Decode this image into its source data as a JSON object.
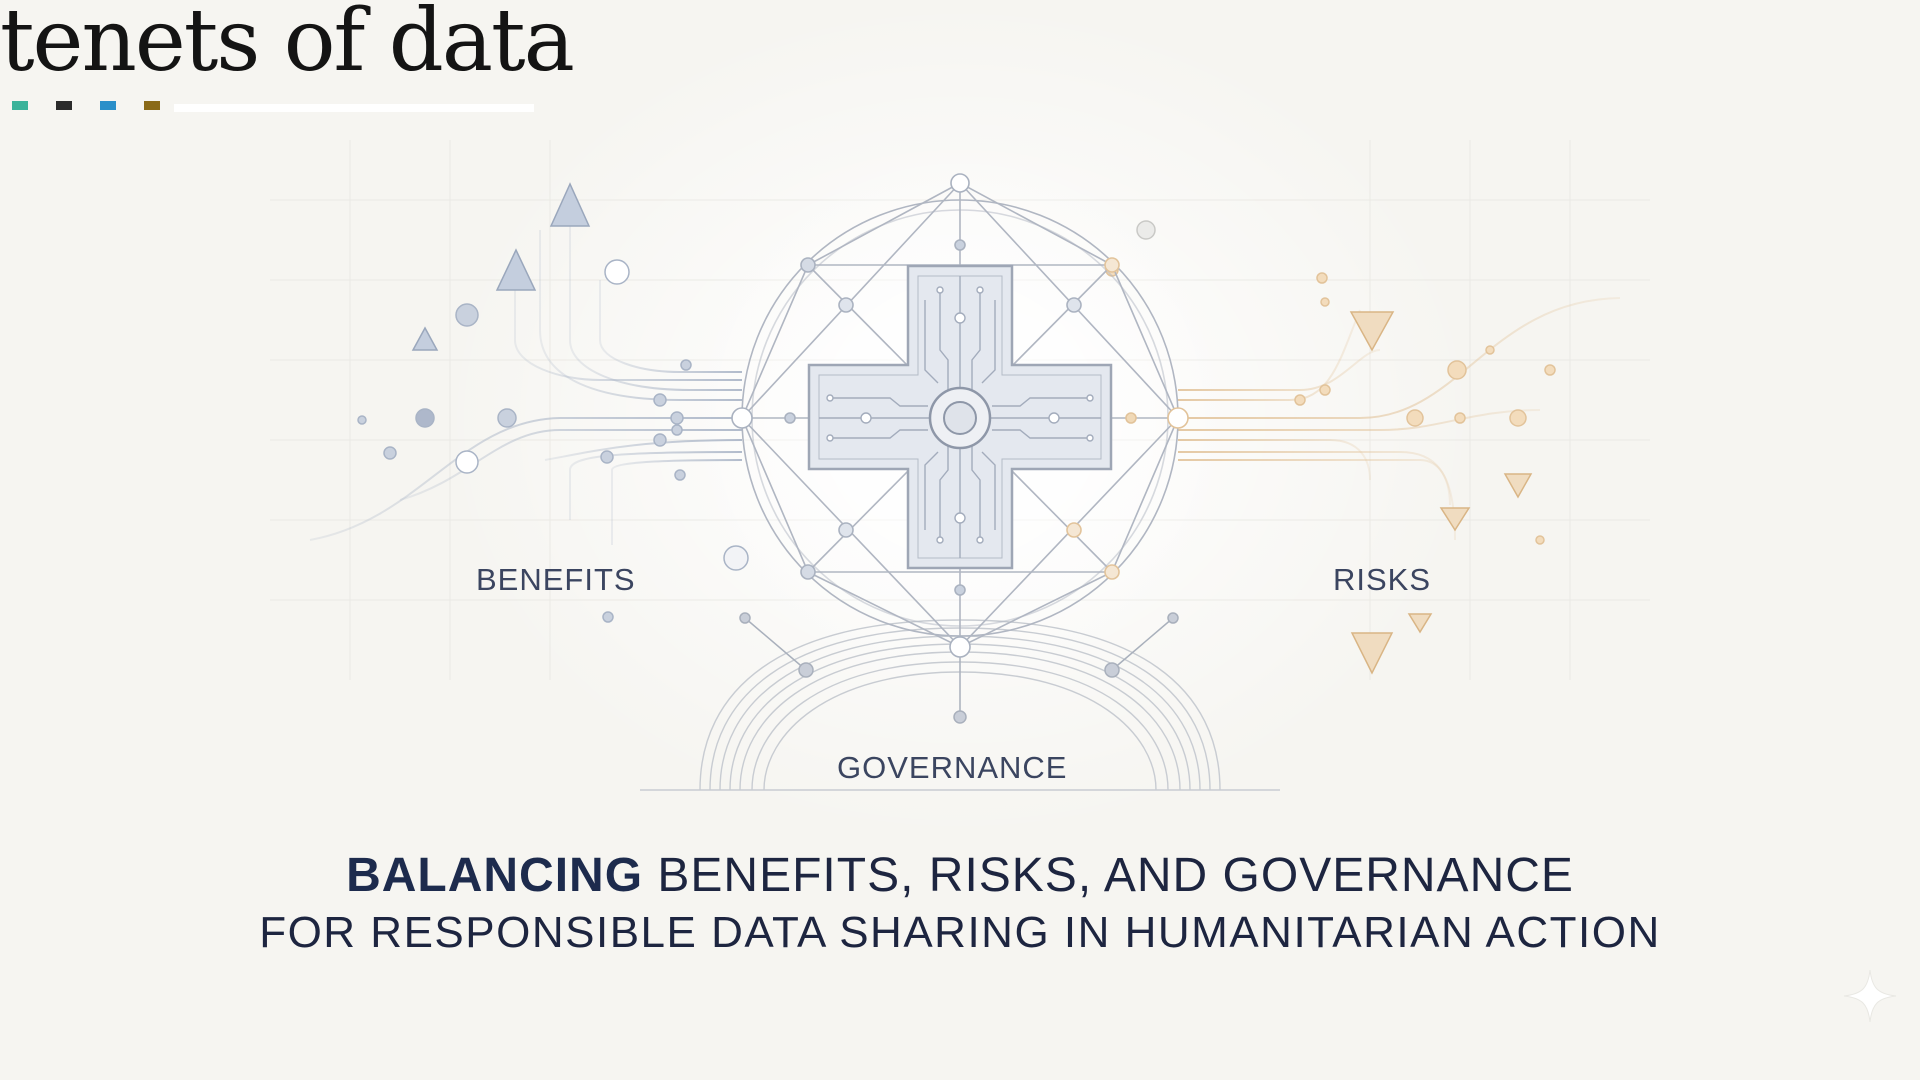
{
  "brand": {
    "title": "tenets of data",
    "swatch_colors": [
      "#3bb39a",
      "#2b2b2b",
      "#2a8fc9",
      "#8a6a18"
    ]
  },
  "diagram": {
    "left_label": "BENEFITS",
    "right_label": "RISKS",
    "bottom_label": "GOVERNANCE",
    "colors": {
      "benefits_line": "#a9b4c6",
      "risks_line": "#e2c39a",
      "center_line": "#b5bac4",
      "label_text": "#3b4560"
    },
    "center_icon": "medical-cross-circuit-icon"
  },
  "caption": {
    "bold": "BALANCING",
    "line1_rest": " BENEFITS, RISKS, AND GOVERNANCE",
    "line2": "FOR RESPONSIBLE DATA SHARING IN HUMANITARIAN ACTION"
  }
}
